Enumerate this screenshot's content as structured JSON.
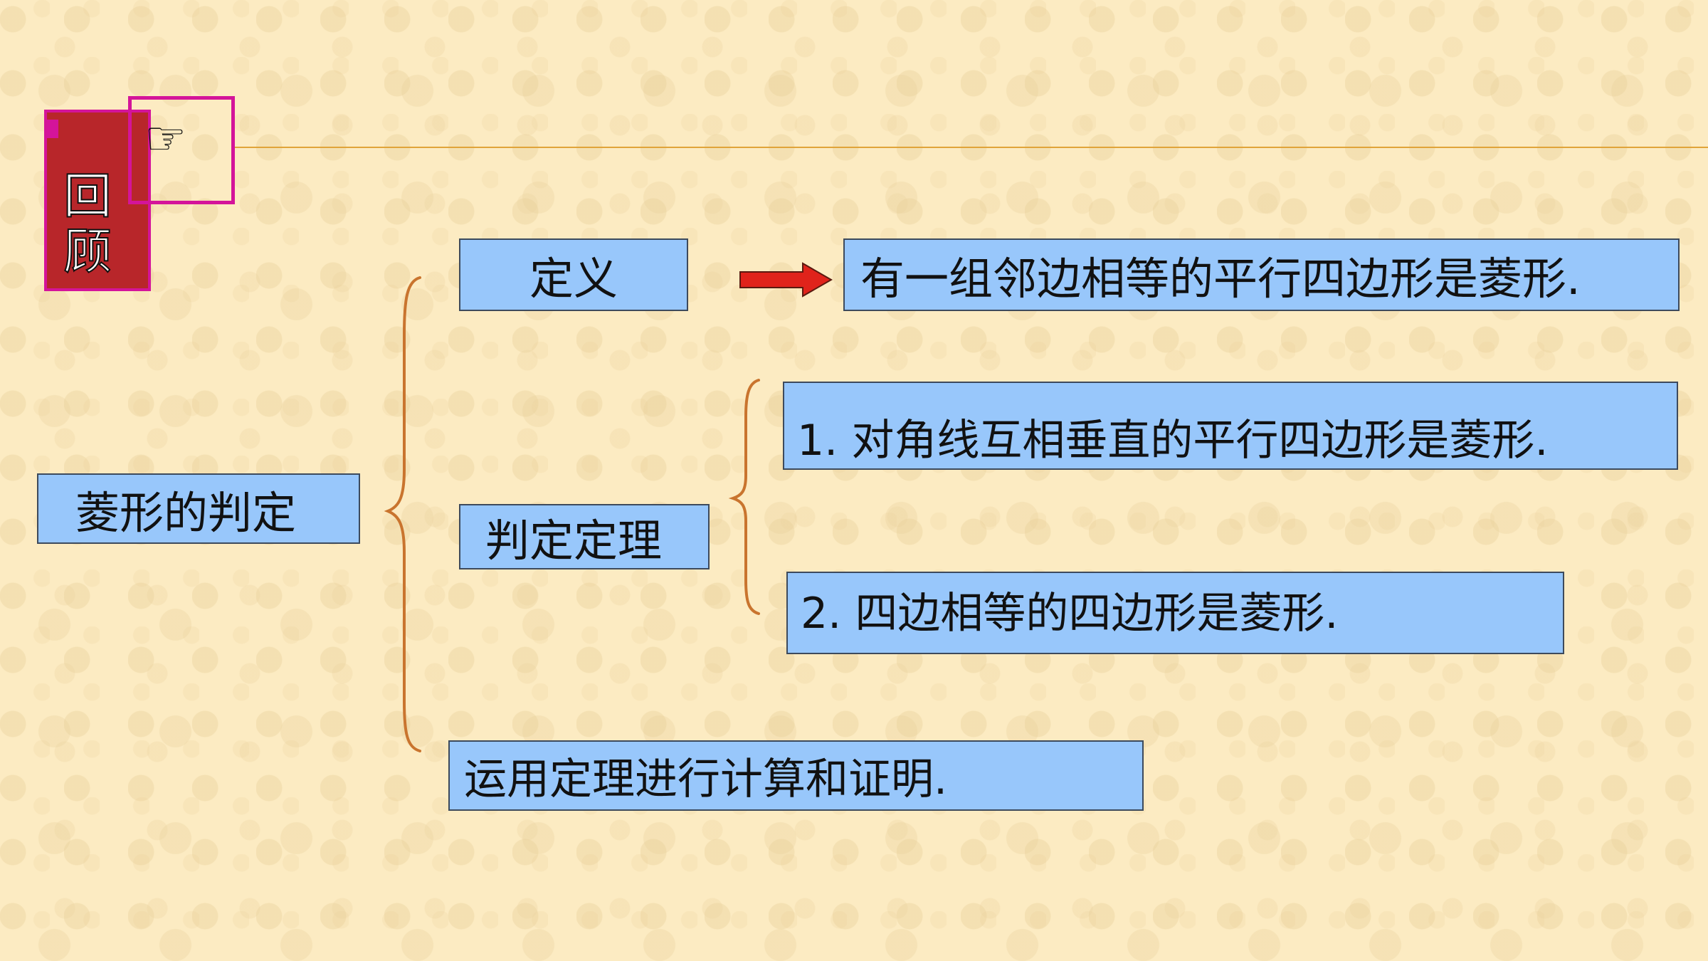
{
  "review": {
    "title": "回顾",
    "pointer_icon": "pointing-hand-icon"
  },
  "diagram": {
    "root": "菱形的判定",
    "definition_label": "定义",
    "definition_text": "有一组邻边相等的平行四边形是菱形.",
    "theorem_label": "判定定理",
    "theorems": [
      "1. 对角线互相垂直的平行四边形是菱形.",
      "2. 四边相等的四边形是菱形."
    ],
    "application": "运用定理进行计算和证明."
  },
  "colors": {
    "background": "#fcebc2",
    "box_fill": "#98c7fb",
    "accent_magenta": "#d4149a",
    "tab_red": "#b8262a",
    "brace": "#c9742e",
    "arrow": "#e0231b",
    "divider": "#e0a43a"
  }
}
